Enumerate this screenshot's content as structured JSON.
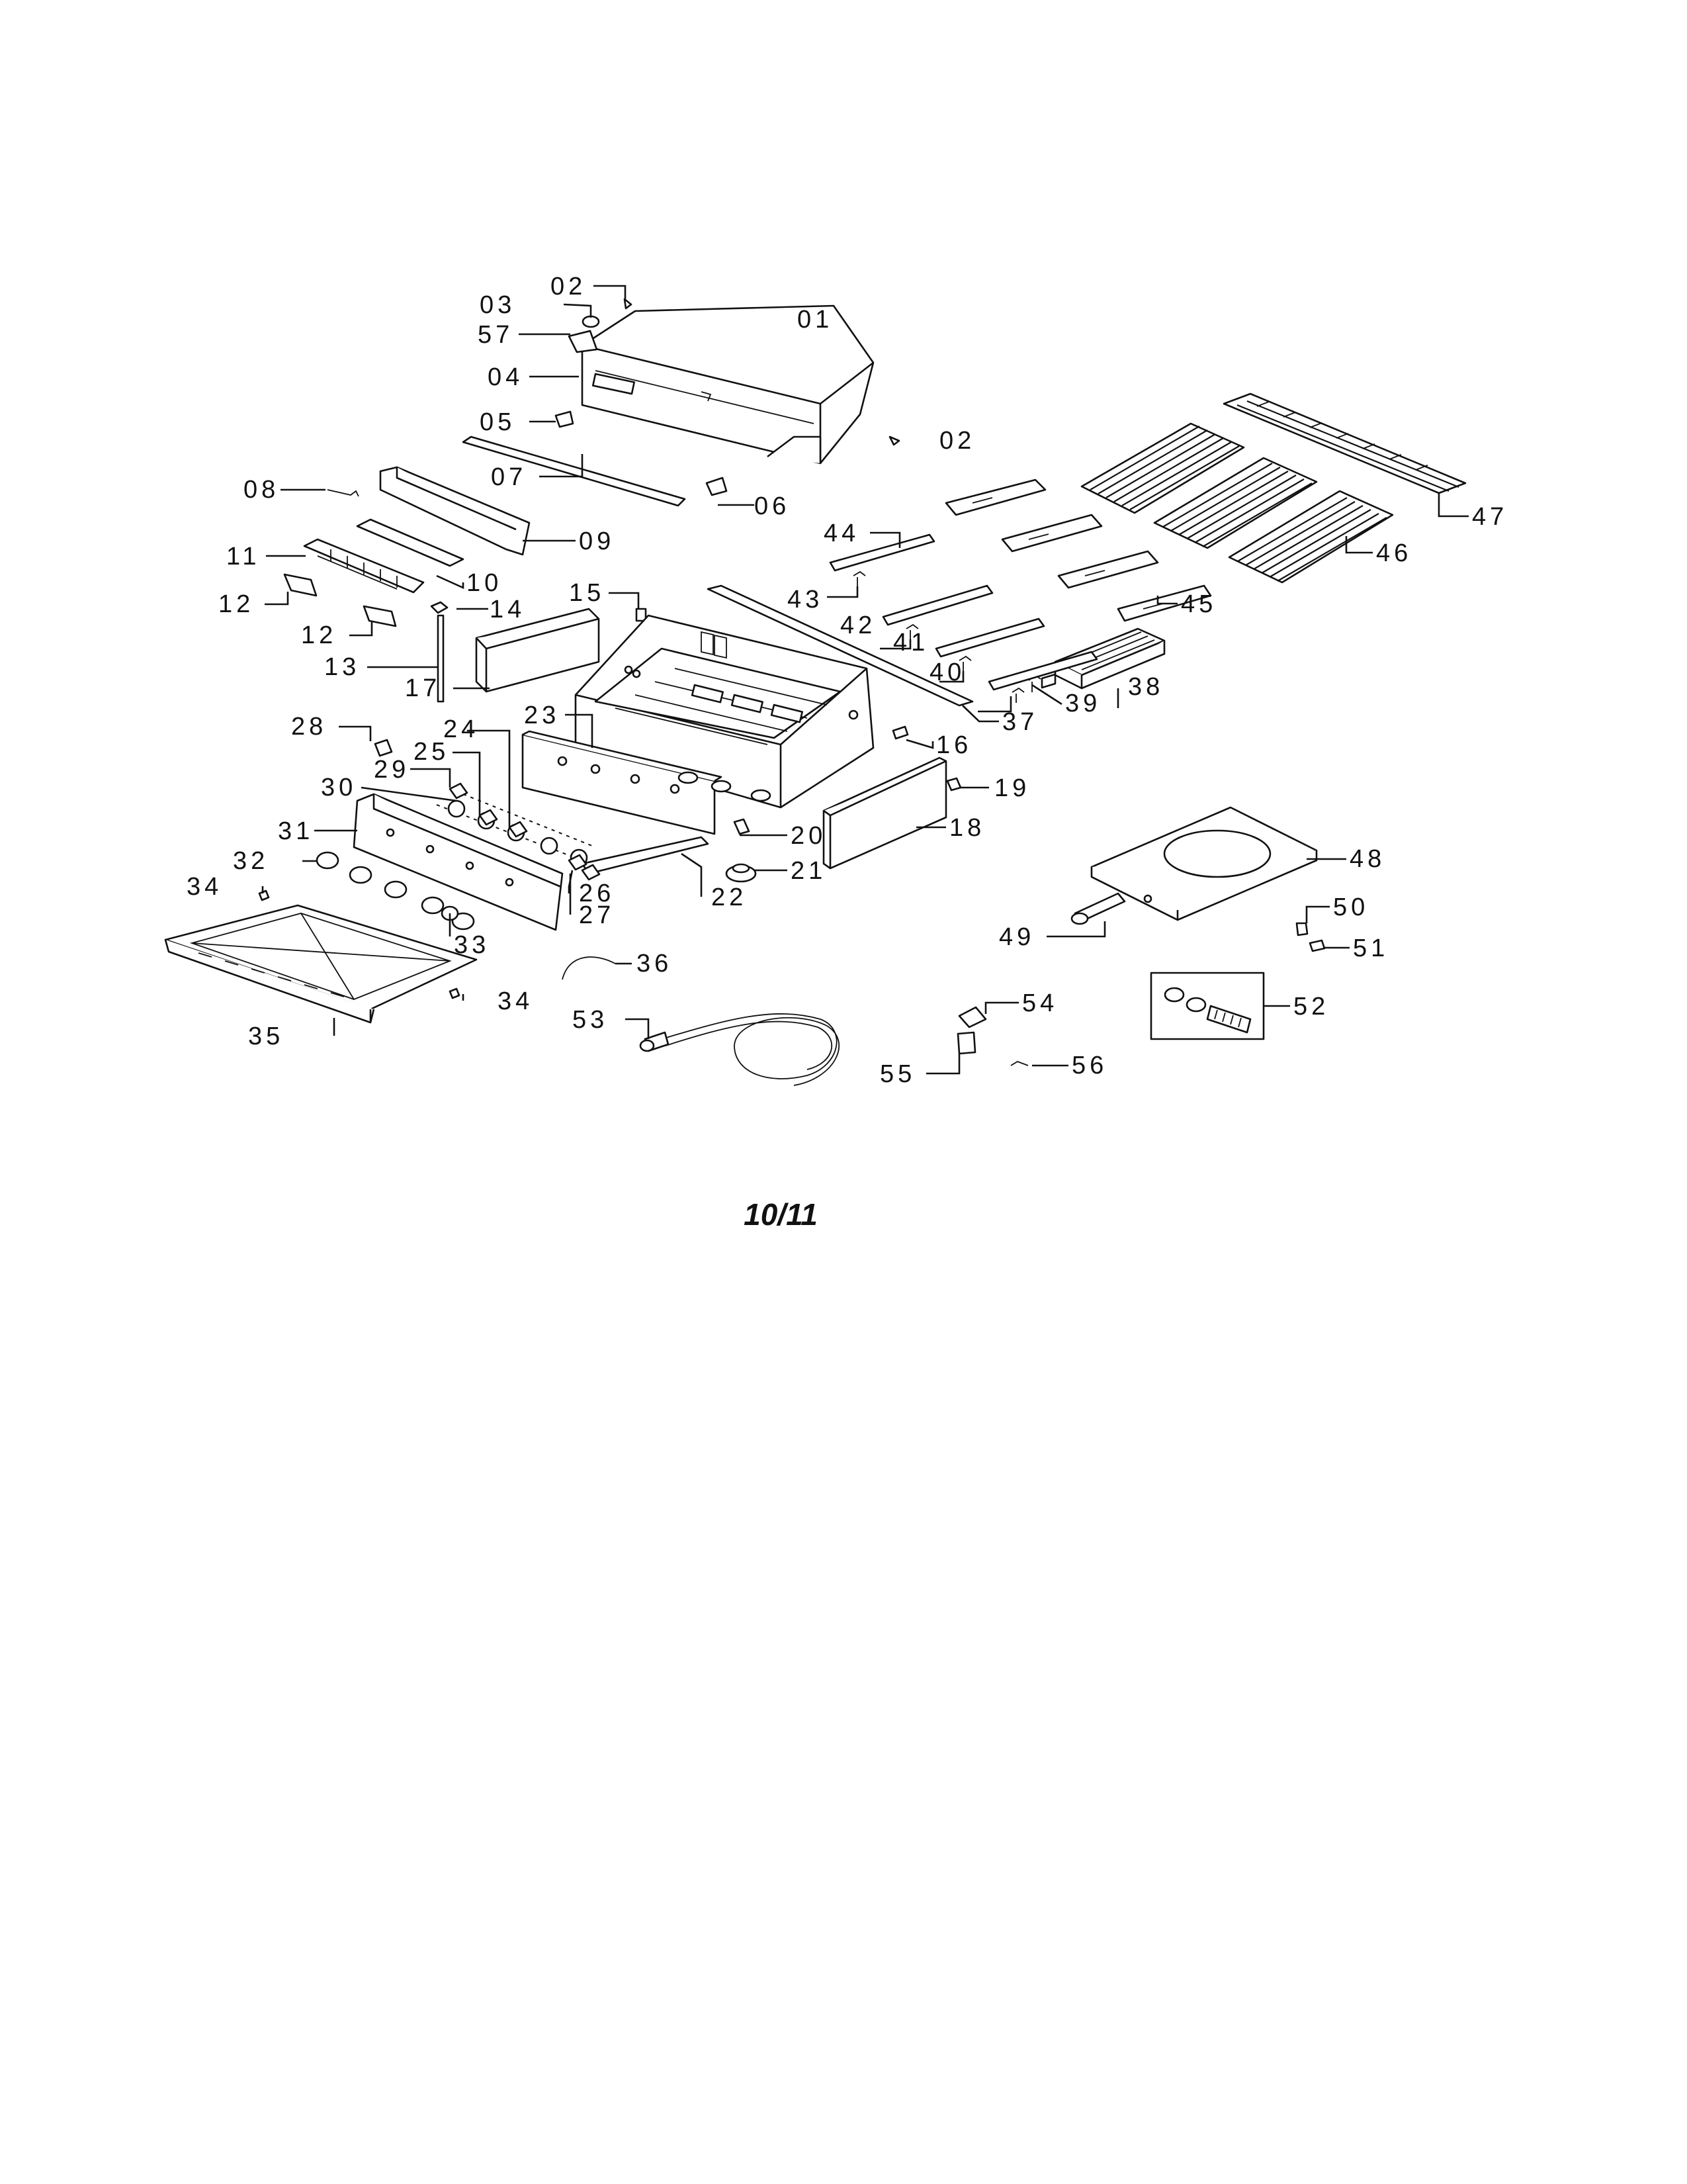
{
  "page_number": "10/11",
  "callouts": {
    "c01": "01",
    "c02a": "02",
    "c02b": "02",
    "c03": "03",
    "c57": "57",
    "c04": "04",
    "c05": "05",
    "c06": "06",
    "c07": "07",
    "c08": "08",
    "c09": "09",
    "c10": "10",
    "c11": "11",
    "c12a": "12",
    "c12b": "12",
    "c13": "13",
    "c14": "14",
    "c15": "15",
    "c16": "16",
    "c17": "17",
    "c18": "18",
    "c19": "19",
    "c20": "20",
    "c21": "21",
    "c22": "22",
    "c23": "23",
    "c24": "24",
    "c25": "25",
    "c26": "26",
    "c27": "27",
    "c28": "28",
    "c29": "29",
    "c30": "30",
    "c31": "31",
    "c32": "32",
    "c33": "33",
    "c34a": "34",
    "c34b": "34",
    "c35": "35",
    "c36": "36",
    "c37": "37",
    "c38": "38",
    "c39": "39",
    "c40": "40",
    "c41": "41",
    "c42": "42",
    "c43": "43",
    "c44": "44",
    "c45": "45",
    "c46": "46",
    "c47": "47",
    "c48": "48",
    "c49": "49",
    "c50": "50",
    "c51": "51",
    "c52": "52",
    "c53": "53",
    "c54": "54",
    "c55": "55",
    "c56": "56"
  }
}
